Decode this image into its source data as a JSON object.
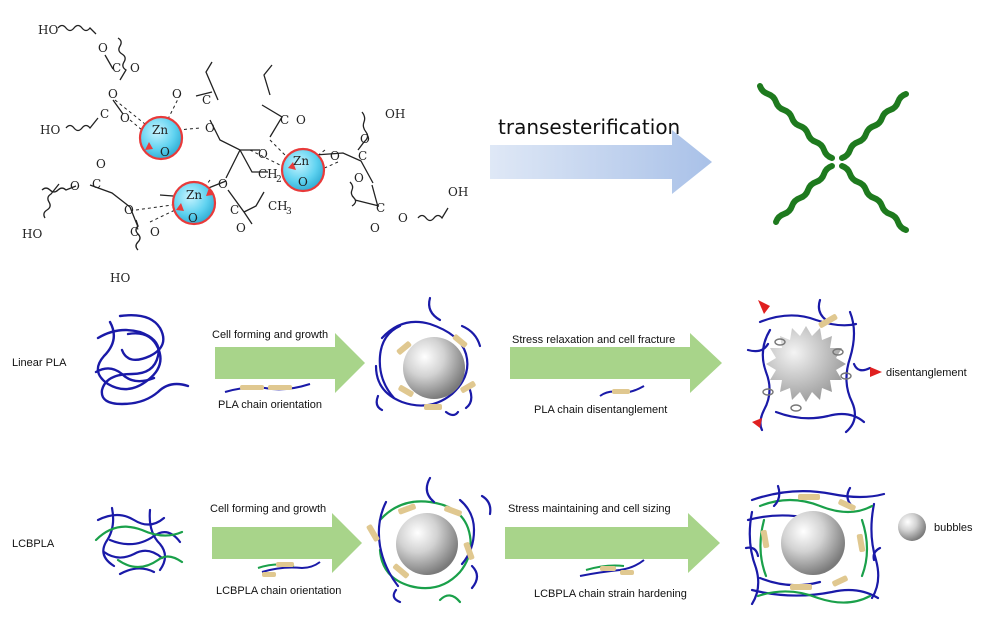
{
  "top": {
    "reaction_label": "transesterification",
    "atoms": {
      "ho": "HO",
      "oh": "OH",
      "o": "O",
      "c": "C",
      "zn": "Zn",
      "ch2": "CH",
      "ch2_sub": "2",
      "ch3": "CH",
      "ch3_sub": "3"
    }
  },
  "rows": {
    "linear": {
      "label": "Linear PLA",
      "step1": "Cell forming and growth",
      "step1_sub": "PLA chain orientation",
      "step2": "Stress relaxation and cell fracture",
      "step2_sub": "PLA chain disentanglement",
      "annotation": "disentanglement"
    },
    "lcb": {
      "label": "LCBPLA",
      "step1": "Cell forming and growth",
      "step1_sub": "LCBPLA chain orientation",
      "step2": "Stress maintaining and cell sizing",
      "step2_sub": "LCBPLA chain strain hardening"
    }
  },
  "legend": {
    "bubbles": "bubbles"
  },
  "colors": {
    "blue_chain": "#1a1aa8",
    "green_chain": "#1aa04a",
    "star_green": "#1e7a1e",
    "arrow_green": "#a8d48a",
    "arrow_blue": "#b8ccea",
    "zn_fill": "#6ed8f2",
    "zn_ring": "#e83a3a",
    "orientation_tan": "#e0c890",
    "marker_red": "#e02020"
  }
}
